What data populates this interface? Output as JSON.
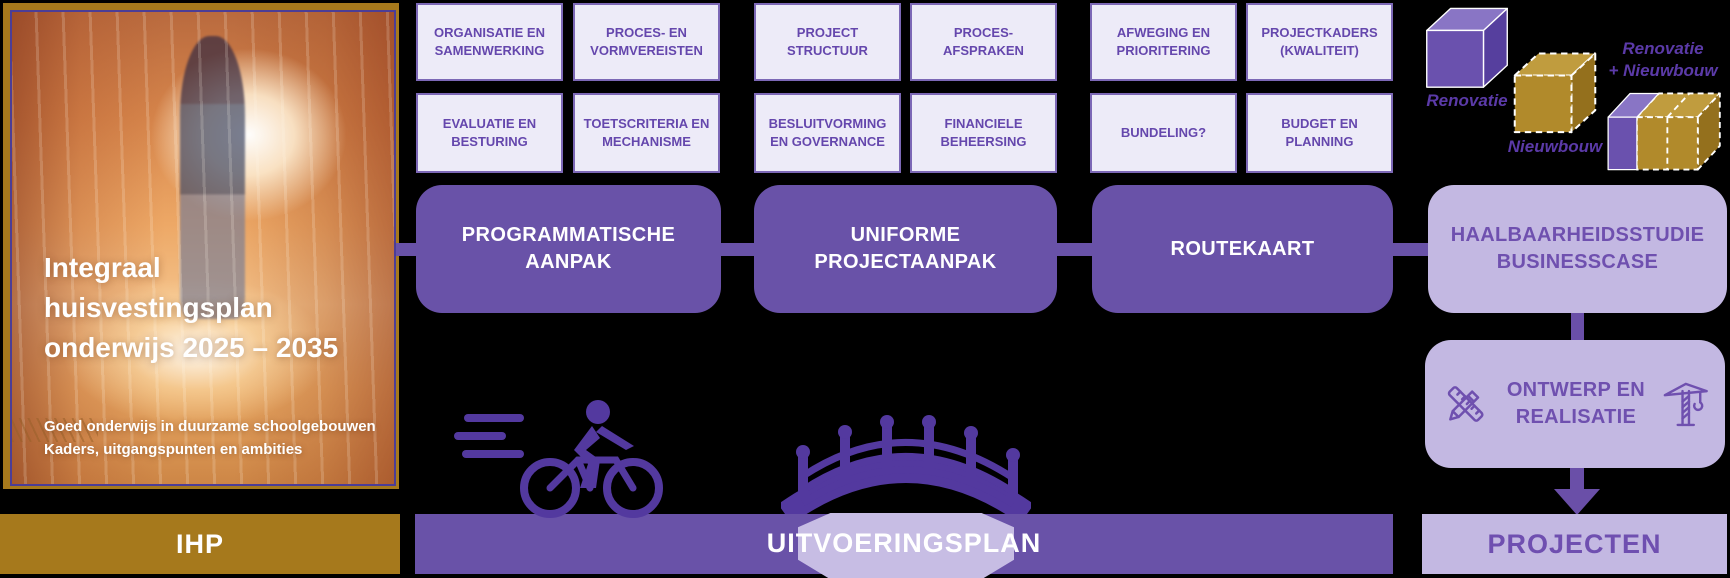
{
  "cover": {
    "title_lines": [
      "Integraal",
      "huisvestingsplan",
      "onderwijs 2025 – 2035"
    ],
    "subtitle_lines": [
      "Goed onderwijs in duurzame schoolgebouwen",
      "Kaders, uitgangspunten en ambities"
    ]
  },
  "ihp": {
    "label": "IHP"
  },
  "groups": [
    {
      "main": "PROGRAMMATISCHE AANPAK",
      "tags": [
        "ORGANISATIE EN SAMENWERKING",
        "PROCES- EN VORMVEREISTEN",
        "EVALUATIE EN BESTURING",
        "TOETSCRITERIA EN MECHANISME"
      ]
    },
    {
      "main": "UNIFORME PROJECTAANPAK",
      "tags": [
        "PROJECT STRUCTUUR",
        "PROCES-AFSPRAKEN",
        "BESLUITVORMING EN GOVERNANCE",
        "FINANCIELE BEHEERSING"
      ]
    },
    {
      "main": "ROUTEKAART",
      "tags": [
        "AFWEGING EN PRIORITERING",
        "PROJECTKADERS (KWALITEIT)",
        "BUNDELING?",
        "BUDGET EN PLANNING"
      ]
    }
  ],
  "right_flow": {
    "haalbaarheid": "HAALBAARHEIDSSTUDIE BUSINESSCASE",
    "ontwerp": "ONTWERP EN REALISATIE",
    "projecten": "PROJECTEN"
  },
  "bottom": {
    "uitvoeringsplan": "UITVOERINGSPLAN"
  },
  "legend": {
    "renovatie": "Renovatie",
    "nieuwbouw": "Nieuwbouw",
    "combined_lines": [
      "Renovatie",
      "+ Nieuwbouw"
    ]
  },
  "icons": {
    "cyclist": "speeding-cyclist-icon",
    "bridge": "arch-bridge-icon",
    "pencil_ruler": "pencil-ruler-icon",
    "crane": "construction-crane-icon",
    "cube_renovatie": "purple-cube-icon",
    "cube_nieuwbouw": "gold-dashed-cube-icon",
    "cube_combined": "purple-gold-cube-icon"
  },
  "colors": {
    "background": "#000000",
    "purple_box": "#6952a8",
    "purple_icon": "#53399f",
    "light_purple": "#c3b8e2",
    "tag_bg": "#edebf8",
    "tag_border": "#7c68b6",
    "tag_text": "#6547ad",
    "light_text": "#6f50af",
    "gold": "#a6791c",
    "cube_gold": "#b18a2b",
    "white": "#ffffff"
  }
}
